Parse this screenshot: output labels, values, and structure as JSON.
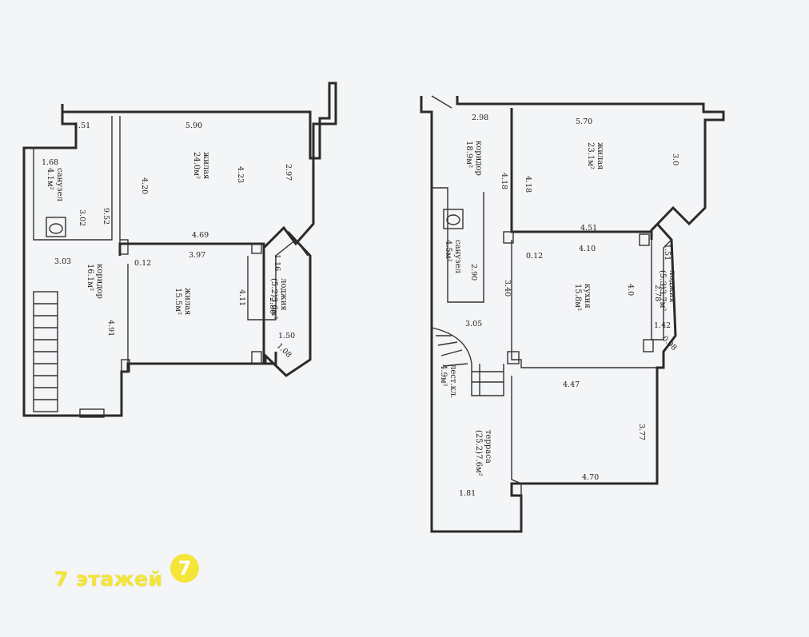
{
  "left_plan": {
    "dimensions": [
      "1.51",
      "5.90",
      "1.68",
      "4.20",
      "4.23",
      "2.97",
      "3.02",
      "9.52",
      "4.69",
      "3.0З",
      "0.12",
      "3.97",
      "1.16",
      "4.11",
      "2.80",
      "1.50",
      "1.08",
      "4.91"
    ],
    "rooms": {
      "bathroom": {
        "name": "санузел",
        "area": "4.1м²"
      },
      "living1": {
        "name": "жилая",
        "area": "24.0м²"
      },
      "corridor": {
        "name": "коридор",
        "area": "16.1м²"
      },
      "living2": {
        "name": "жилая",
        "area": "15.5м²"
      },
      "loggia": {
        "name": "лоджия",
        "area": "(5.2)3.6м²"
      }
    }
  },
  "right_plan": {
    "dimensions": [
      "2.98",
      "5.70",
      "3.0",
      "4.18",
      "4.18",
      "4.51",
      "0.12",
      "4.10",
      "1.51",
      "2.90",
      "3.40",
      "4.0",
      "2.78",
      "1.42",
      "0.98",
      "3.05",
      "4.47",
      "3.77",
      "4.70",
      "1.81"
    ],
    "rooms": {
      "corridor": {
        "name": "коридор",
        "area": "18.9м²"
      },
      "living": {
        "name": "жилая",
        "area": "23.1м²"
      },
      "bathroom": {
        "name": "санузел",
        "area": "4.5м²"
      },
      "kitchen": {
        "name": "кухня",
        "area": "15.8м²"
      },
      "loggia": {
        "name": "лоджия",
        "area": "(5.3)3.7м²"
      },
      "stair": {
        "name": "лест.кл.",
        "area": "4.9м²"
      },
      "terrace": {
        "name": "терраса",
        "area": "(25.2)7.6м²"
      }
    }
  },
  "watermark": {
    "text": "7 этажей",
    "logo_glyph": "7",
    "color": "#f3e53a"
  }
}
